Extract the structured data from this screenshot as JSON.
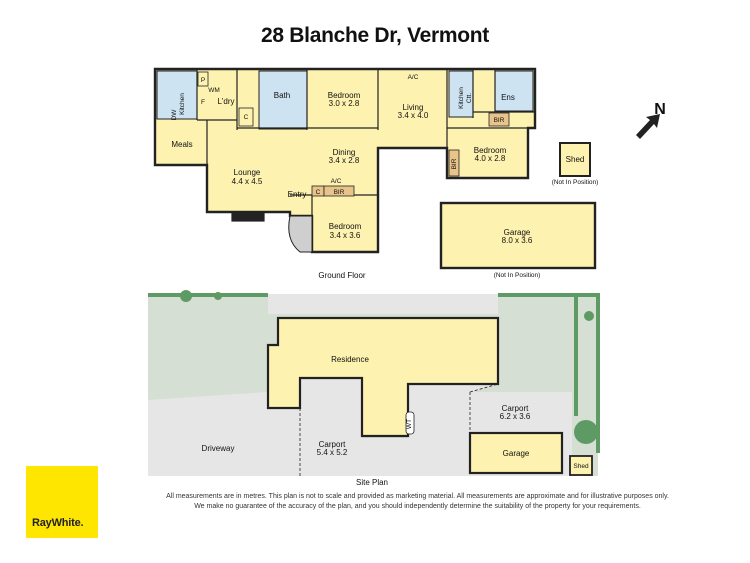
{
  "title": "28 Blanche Dr, Vermont",
  "north_label": "N",
  "ground_floor": {
    "caption": "Ground Floor",
    "rooms": {
      "kitchen": "Kitchen",
      "laundry": "L'dry",
      "wm": "WM",
      "p": "P",
      "f": "F",
      "bath": "Bath",
      "c1": "C",
      "bedroom1": "Bedroom",
      "bedroom1_dim": "3.0 x 2.8",
      "living": "Living",
      "living_dim": "3.4 x 4.0",
      "ac1": "A/C",
      "kitchenette": "Kitchen",
      "kitchenette2": "Ctt.",
      "ens": "Ens",
      "bir1": "BIR",
      "bedroom2": "Bedroom",
      "bedroom2_dim": "4.0 x 2.8",
      "bir2": "BIR",
      "meals": "Meals",
      "dining": "Dining",
      "dining_dim": "3.4 x 2.8",
      "lounge": "Lounge",
      "lounge_dim": "4.4 x 4.5",
      "ac2": "A/C",
      "c2": "C",
      "bir3": "BIR",
      "entry": "Entry",
      "bedroom3": "Bedroom",
      "bedroom3_dim": "3.4 x 3.6",
      "dw": "DW",
      "shed": "Shed",
      "shed_note": "(Not In Position)",
      "garage": "Garage",
      "garage_dim": "8.0 x 3.6",
      "garage_note": "(Not In Position)"
    }
  },
  "site_plan": {
    "caption": "Site Plan",
    "residence": "Residence",
    "driveway": "Driveway",
    "carport1": "Carport",
    "carport1_dim": "5.4 x 5.2",
    "carport2": "Carport",
    "carport2_dim": "6.2 x 3.6",
    "garage": "Garage",
    "shed": "Shed",
    "wt": "WT"
  },
  "disclaimer": {
    "line1": "All measurements are in metres. This plan is not to scale and provided as marketing material. All measurements are approximate and for illustrative purposes only.",
    "line2": "We make no guarantee of the accuracy of the plan, and you should independently determine the suitability of the property for your requirements."
  },
  "brand": "RayWhite.",
  "colors": {
    "room_fill": "#fdf2b0",
    "wall": "#222222",
    "wet_area": "#cde3f2",
    "robe": "#e9c48a",
    "lawn": "#d6dfd4",
    "paving": "#e6e6e6",
    "hedge": "#5e9a63",
    "brand_yellow": "#ffe600"
  }
}
